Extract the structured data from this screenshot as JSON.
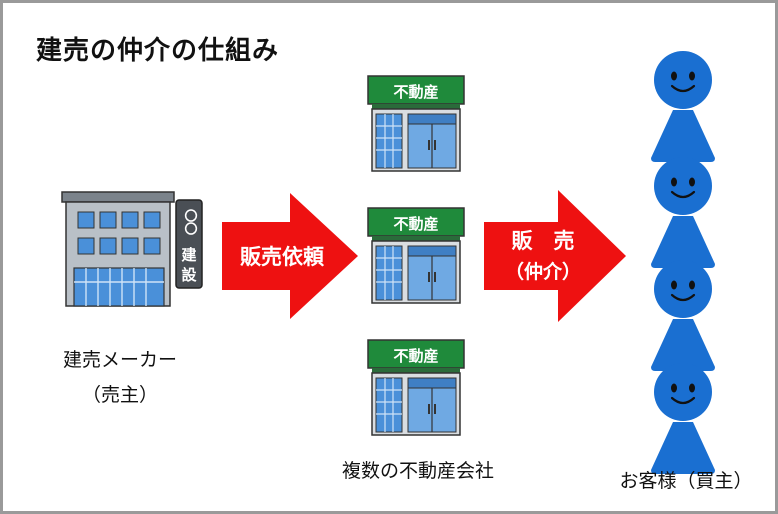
{
  "title": "建売の仲介の仕組み",
  "builder": {
    "sign_circles": "〇〇",
    "sign_chars": [
      "建",
      "設"
    ],
    "label": "建売メーカー",
    "sublabel": "（売主）"
  },
  "arrow1": {
    "label": "販売依頼"
  },
  "arrow2": {
    "label_line1": "販　売",
    "label_line2": "（仲介）"
  },
  "agencies": {
    "sign": "不動産",
    "label": "複数の不動産会社"
  },
  "customers": {
    "label": "お客様（買主）"
  },
  "colors": {
    "arrow": "#ee1111",
    "person": "#1a6fd1",
    "agency_green": "#1f8a3b",
    "building_gray": "#9ba3ab",
    "glass": "#4a90d9",
    "frame": "#9a9a9a"
  }
}
